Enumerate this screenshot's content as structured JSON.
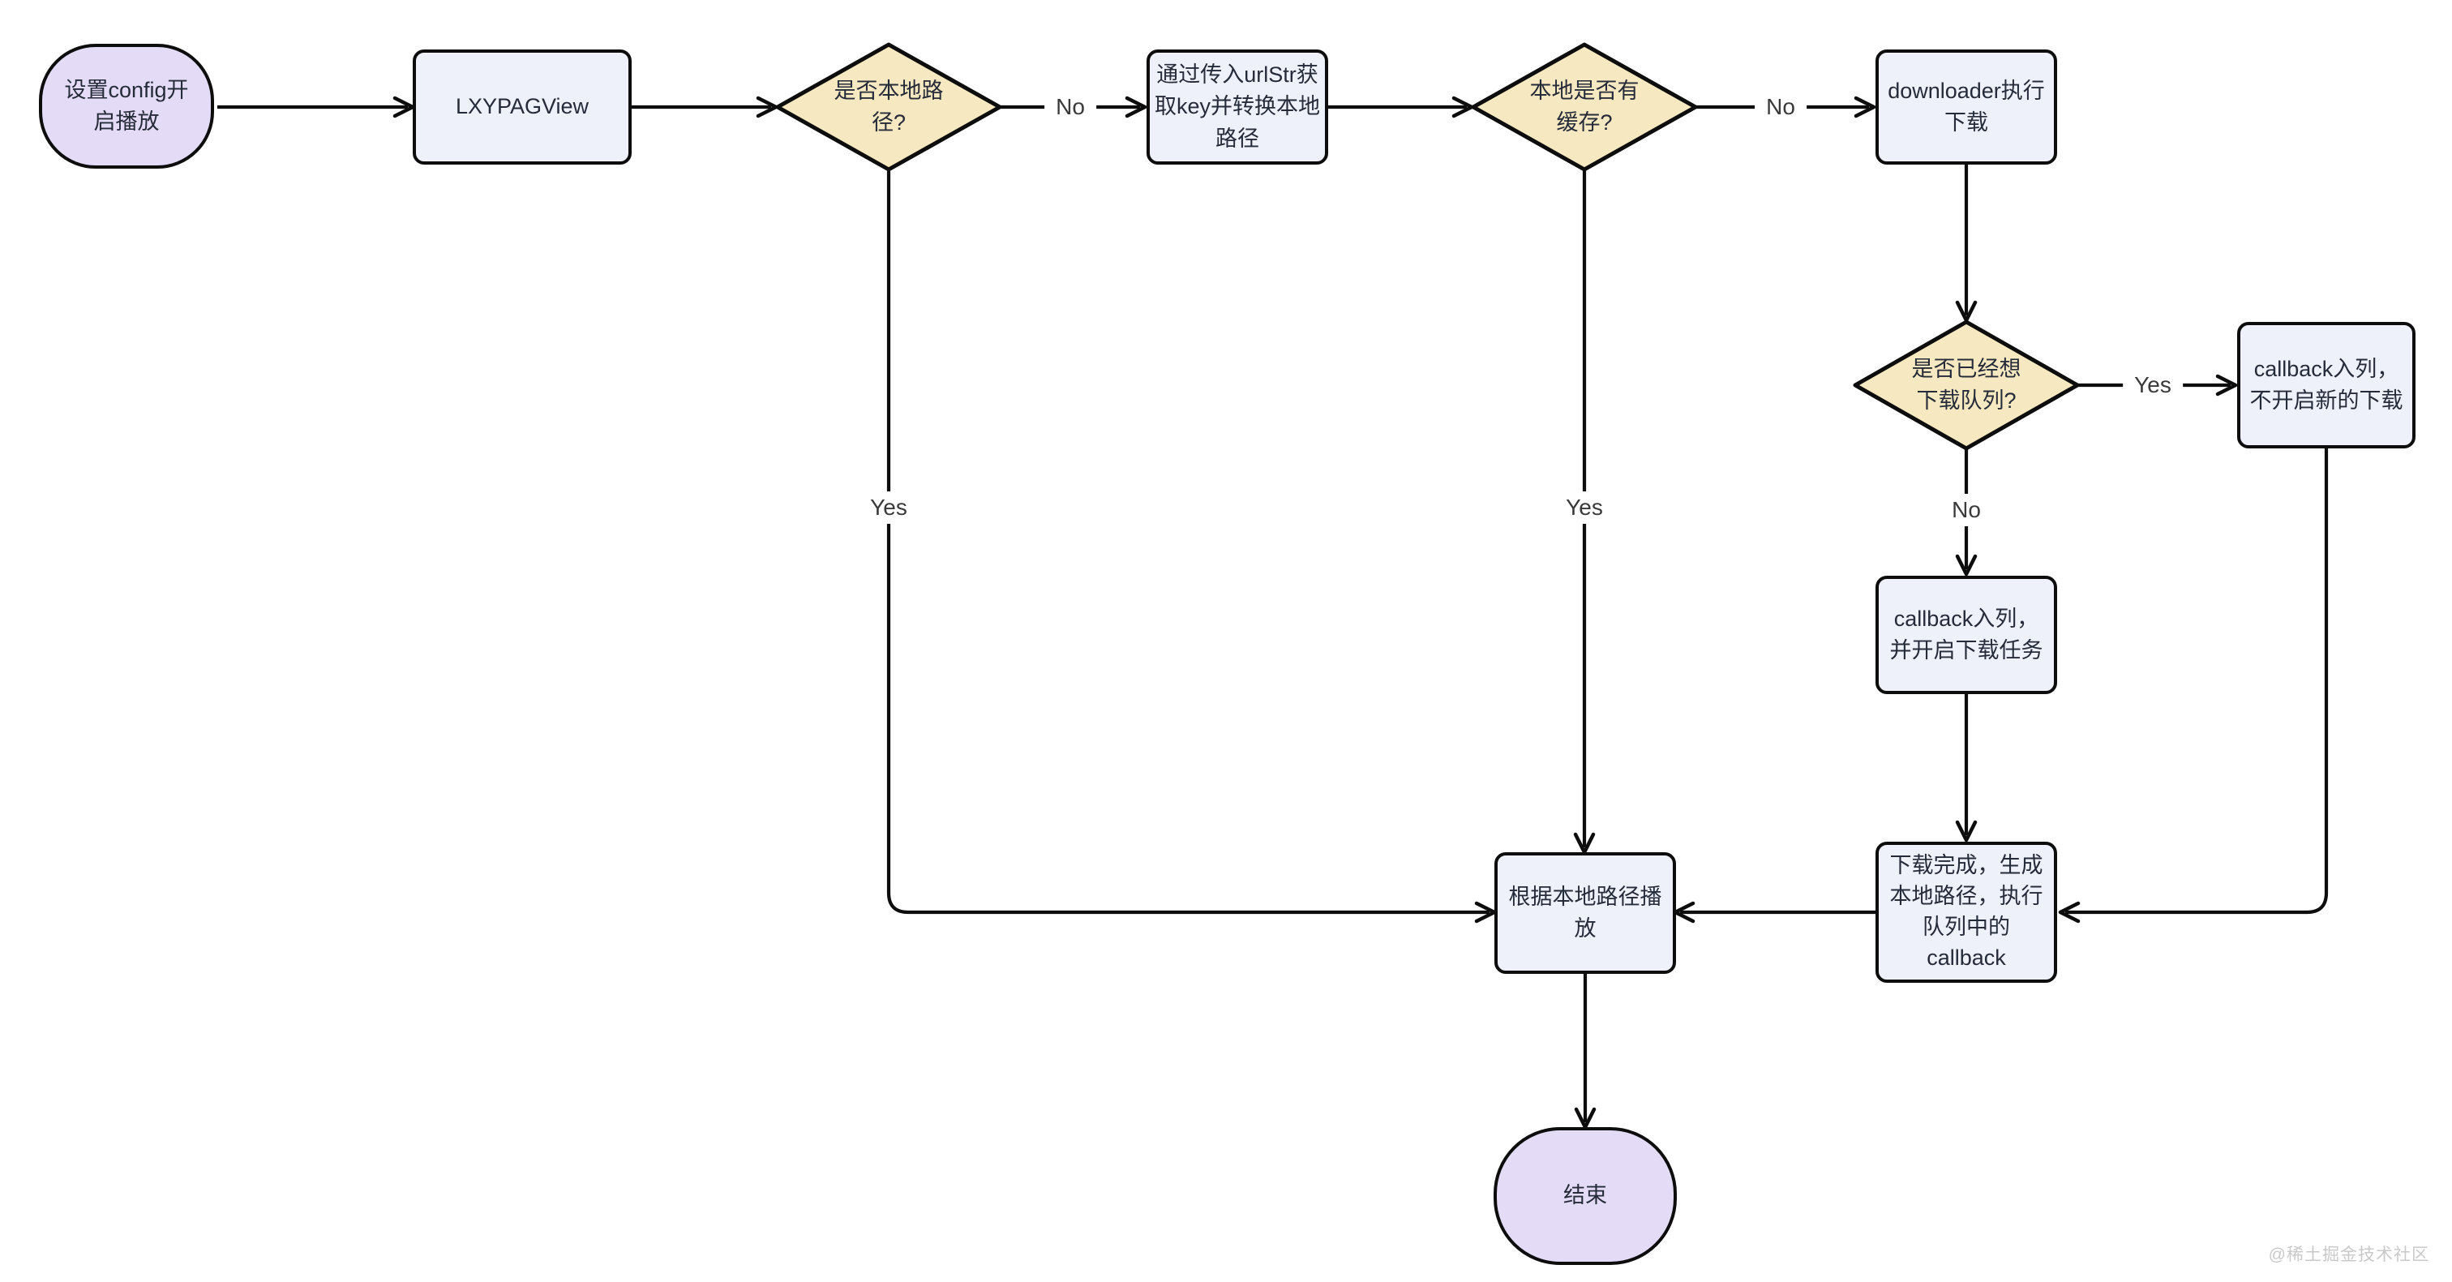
{
  "diagram": {
    "type": "flowchart",
    "nodes": {
      "start": {
        "shape": "stadium",
        "label": "设置config开\n启播放"
      },
      "lxypagview": {
        "shape": "rect",
        "label": "LXYPAGView"
      },
      "is_local_path": {
        "shape": "diamond",
        "label": "是否本地路\n径?"
      },
      "convert_path": {
        "shape": "rect",
        "label": "通过传入urlStr获\n取key并转换本地\n路径"
      },
      "has_cache": {
        "shape": "diamond",
        "label": "本地是否有\n缓存?"
      },
      "downloader": {
        "shape": "rect",
        "label": "downloader执行\n下载"
      },
      "in_queue": {
        "shape": "diamond",
        "label": "是否已经想\n下载队列?"
      },
      "callback_no_new": {
        "shape": "rect",
        "label": "callback入列，\n不开启新的下载"
      },
      "callback_start": {
        "shape": "rect",
        "label": "callback入列，\n并开启下载任务"
      },
      "download_done": {
        "shape": "rect",
        "label": "下载完成，生成\n本地路径，执行\n队列中的\ncallback"
      },
      "play_local": {
        "shape": "rect",
        "label": "根据本地路径播\n放"
      },
      "end": {
        "shape": "stadium",
        "label": "结束"
      }
    },
    "edges": [
      {
        "from": "start",
        "to": "lxypagview",
        "label": ""
      },
      {
        "from": "lxypagview",
        "to": "is_local_path",
        "label": ""
      },
      {
        "from": "is_local_path",
        "to": "convert_path",
        "label": "No"
      },
      {
        "from": "convert_path",
        "to": "has_cache",
        "label": ""
      },
      {
        "from": "has_cache",
        "to": "downloader",
        "label": "No"
      },
      {
        "from": "downloader",
        "to": "in_queue",
        "label": ""
      },
      {
        "from": "in_queue",
        "to": "callback_no_new",
        "label": "Yes"
      },
      {
        "from": "in_queue",
        "to": "callback_start",
        "label": "No"
      },
      {
        "from": "callback_start",
        "to": "download_done",
        "label": ""
      },
      {
        "from": "callback_no_new",
        "to": "download_done",
        "label": ""
      },
      {
        "from": "download_done",
        "to": "play_local",
        "label": ""
      },
      {
        "from": "has_cache",
        "to": "play_local",
        "label": "Yes"
      },
      {
        "from": "is_local_path",
        "to": "play_local",
        "label": "Yes"
      },
      {
        "from": "play_local",
        "to": "end",
        "label": ""
      }
    ],
    "colors": {
      "process_fill": "#EEF1F9",
      "decision_fill": "#F6E8C0",
      "terminal_fill": "#E4DCF6",
      "stroke": "#0d0d0d",
      "text": "#262b3a",
      "edge_label_text": "#3a3a3a",
      "watermark_text": "#c9c9c9"
    }
  },
  "watermark": "@稀土掘金技术社区"
}
